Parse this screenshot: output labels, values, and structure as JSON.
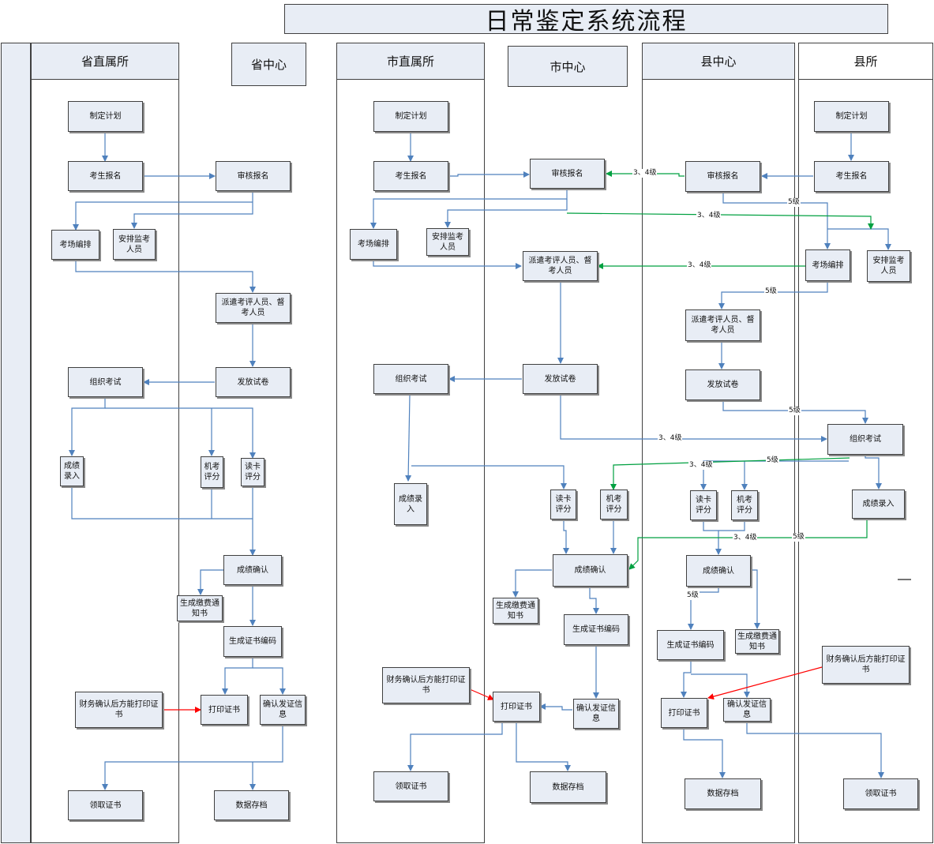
{
  "title": "日常鉴定系统流程",
  "lanes": {
    "provincial_institute": "省直属所",
    "provincial_center": "省中心",
    "city_institute": "市直属所",
    "city_center": "市中心",
    "county_center": "县中心",
    "county_institute": "县所"
  },
  "nodes": {
    "p_plan": "制定计划",
    "p_register": "考生报名",
    "p_review": "审核报名",
    "p_arrange": "考场编排",
    "p_staff": "安排监考人员",
    "p_dispatch": "派遣考评人员、督考人员",
    "p_organize": "组织考试",
    "p_papers": "发放试卷",
    "p_entry": "成绩录入",
    "p_machine": "机考评分",
    "p_card": "读卡评分",
    "p_confirm": "成绩确认",
    "p_fee": "生成缴费通知书",
    "p_certcode": "生成证书编码",
    "p_finance": "财务确认后方能打印证书",
    "p_print": "打印证书",
    "p_verify": "确认发证信息",
    "p_collect": "领取证书",
    "p_archive": "数据存档",
    "c_plan": "制定计划",
    "c_register": "考生报名",
    "c_arrange": "考场编排",
    "c_staff": "安排监考人员",
    "c_review": "审核报名",
    "c_dispatch": "派遣考评人员、督考人员",
    "c_organize": "组织考试",
    "c_papers": "发放试卷",
    "c_entry": "成绩录入",
    "c_card": "读卡评分",
    "c_machine": "机考评分",
    "c_confirm": "成绩确认",
    "c_fee": "生成缴费通知书",
    "c_certcode": "生成证书编码",
    "c_finance": "财务确认后方能打印证书",
    "c_print": "打印证书",
    "c_verify": "确认发证信息",
    "c_collect": "领取证书",
    "c_archive": "数据存档",
    "k_review": "审核报名",
    "k_dispatch": "派遣考评人员、督考人员",
    "k_papers": "发放试卷",
    "k_card": "读卡评分",
    "k_machine": "机考评分",
    "k_confirm": "成绩确认",
    "k_certcode": "生成证书编码",
    "k_fee": "生成缴费通知书",
    "k_print": "打印证书",
    "k_verify": "确认发证信息",
    "k_archive": "数据存档",
    "y_plan": "制定计划",
    "y_register": "考生报名",
    "y_arrange": "考场编排",
    "y_staff": "安排监考人员",
    "y_organize": "组织考试",
    "y_entry": "成绩录入",
    "y_finance": "财务确认后方能打印证书",
    "y_collect": "领取证书"
  },
  "edge_labels": {
    "level_34": "3、4级",
    "level_5": "5级"
  },
  "colors": {
    "flow": "#4f81bd",
    "level_34_flow": "#00a040",
    "finance_flow": "#ff0000",
    "box_fill": "#e8edf5"
  }
}
